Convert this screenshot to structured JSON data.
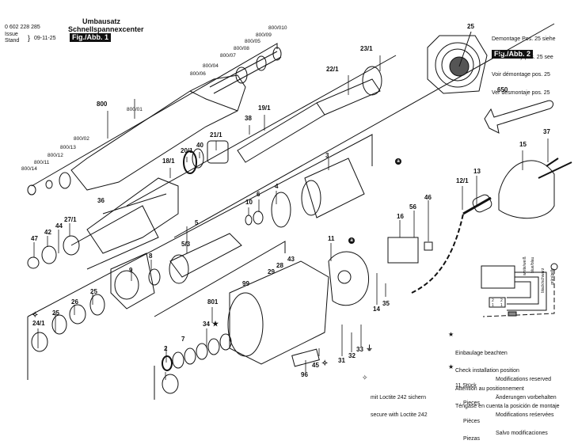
{
  "header": {
    "part_number": "0 602 228 285",
    "issue_label": "Issue",
    "stand_label": "Stand",
    "date": "09-11-25",
    "figure1_label": "Fig./Abb. 1"
  },
  "inset": {
    "callout": "25",
    "note_lines": [
      "Demontage Pos. 25 siehe",
      "Disassembly pos. 25 see",
      "Voir démontage pos. 25",
      "Ver desmontaje pos. 25"
    ],
    "figure2_label": "Fig./Abb. 2"
  },
  "kit_title": {
    "line1": "Umbausatz",
    "line2": "Schnellspannexcenter"
  },
  "legend": {
    "star_note": [
      "Einbaulage beachten",
      "Check installation position",
      "Attention au positionnement",
      "Téngase en cuenta la posición de montaje"
    ],
    "count_note": {
      "qty": "11 Stück",
      "translations": [
        "Pieces",
        "Pièces",
        "Piezas"
      ]
    },
    "modifications": [
      "Modifications reserved",
      "Änderungen vorbehalten",
      "Modifications reśervées",
      "Salvo modificaciones"
    ],
    "loctite": [
      "mit Loctite 242 sichern",
      "secure with Loctite 242"
    ]
  },
  "wiring": {
    "wires": [
      "white/weiß",
      "blue/blau",
      "black/schwarz",
      "grün/gelb"
    ],
    "terminals": [
      "2",
      "2",
      "1",
      "1"
    ]
  },
  "callouts": {
    "c800": "800",
    "c800_01": "800/01",
    "c800_02": "800/02",
    "c800_04": "800/04",
    "c800_05": "800/05",
    "c800_06": "800/06",
    "c800_07": "800/07",
    "c800_08": "800/08",
    "c800_09": "800/09",
    "c800_010": "800/010",
    "c800_11": "800/11",
    "c800_12": "800/12",
    "c800_13": "800/13",
    "c800_14": "800/14",
    "c22_1": "22/1",
    "c23_1": "23/1",
    "c19_1": "19/1",
    "c38": "38",
    "c21_1": "21/1",
    "c20_1": "20/1",
    "c40": "40",
    "c18_1": "18/1",
    "c36": "36",
    "c3": "3",
    "c4": "4",
    "c6": "6",
    "c10": "10",
    "c650": "650",
    "c37": "37",
    "c15": "15",
    "c13": "13",
    "c12_1": "12/1",
    "c46": "46",
    "c56": "56",
    "c16": "16",
    "c11": "11",
    "c14": "14",
    "c35": "35",
    "c47": "47",
    "c42": "42",
    "c44": "44",
    "c27_1": "27/1",
    "c5": "5",
    "c5_3": "5/3",
    "c8": "8",
    "c9": "9",
    "c25a": "25",
    "c25b": "25",
    "c26": "26",
    "c24_1": "24/1",
    "c801": "801",
    "c34": "34",
    "c7": "7",
    "c2": "2",
    "c29": "29",
    "c28": "28",
    "c43": "43",
    "c99": "99",
    "c96": "96",
    "c45": "45",
    "c31": "31",
    "c32": "32",
    "c33": "33",
    "ca1": "a",
    "ca2": "a"
  }
}
